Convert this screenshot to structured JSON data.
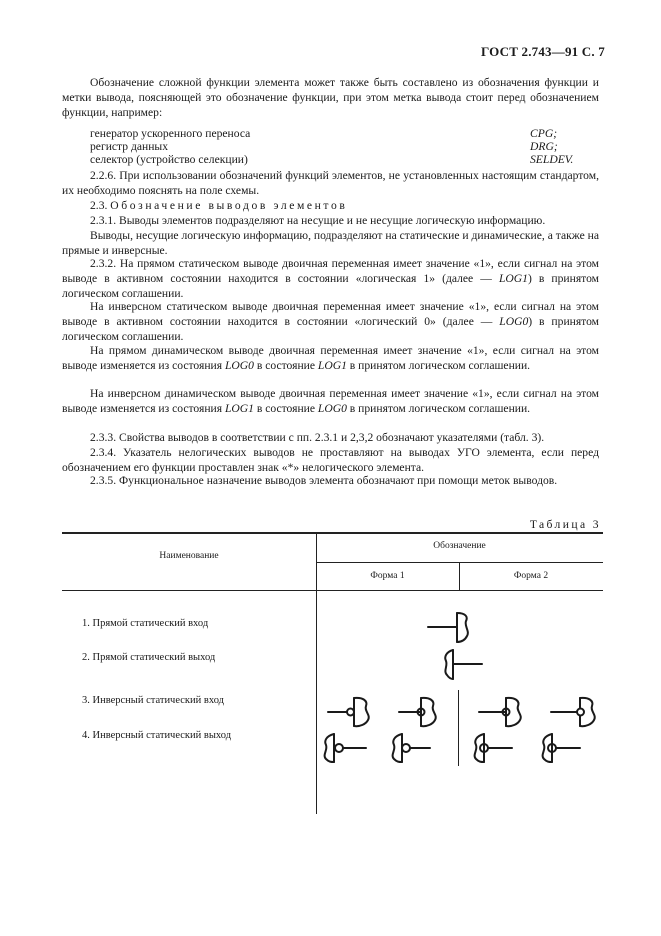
{
  "header": {
    "text": "ГОСТ 2.743—91 С. 7"
  },
  "paragraphs": {
    "p1": "Обозначение сложной функции элемента может также быть составлено из обозначения функции и метки вывода, поясняющей это обозначение функции, при этом метка вывода стоит перед обозначением функции, например:",
    "p2": "2.2.6. При использовании обозначений функций элементов, не установленных настоящим стандартом, их необходимо пояснять на поле схемы.",
    "p3_num": "2.3.",
    "p3_title": "Обозначение выводов элементов",
    "p4": "2.3.1. Выводы элементов подразделяют на несущие и не несущие логическую информацию.",
    "p5": "Выводы, несущие логическую информацию, подразделяют на статические и динамические, а также на прямые и инверсные.",
    "p6a": "2.3.2. На прямом статическом выводе двоичная переменная имеет значение «1», если сигнал на этом выводе в активном состоянии находится в состоянии «логическая 1» (далее — ",
    "p6i": "LOG1",
    "p6b": ") в принятом логическом соглашении.",
    "p7a": "На инверсном статическом выводе двоичная переменная имеет значение «1», если сигнал на этом выводе в активном состоянии находится в состоянии «логический 0» (далее — ",
    "p7i": "LOG0",
    "p7b": ") в принятом логическом соглашении.",
    "p8a": "На прямом динамическом выводе двоичная переменная имеет значение «1», если сигнал на этом выводе изменяется из состояния ",
    "p8i1": "LOG0",
    "p8m": " в состояние ",
    "p8i2": "LOG1",
    "p8b": " в принятом логическом соглашении.",
    "p9a": "На инверсном динамическом выводе двоичная переменная имеет значение «1», если сигнал на этом выводе изменяется из состояния ",
    "p9i1": "LOG1",
    "p9m": " в состояние ",
    "p9i2": "LOG0",
    "p9b": " в принятом логическом соглашении.",
    "p10": "2.3.3. Свойства выводов в соответствии с пп. 2.3.1 и 2,3,2 обозначают указателями (табл. 3).",
    "p11": "2.3.4. Указатель нелогических выводов не проставляют на выводах УГО элемента, если перед обозначением его функции проставлен знак «*» нелогического элемента.",
    "p12": "2.3.5. Функциональное назначение выводов элемента обозначают при помощи меток выводов."
  },
  "examples": [
    {
      "name": "генератор ускоренного переноса",
      "code": "CPG;"
    },
    {
      "name": "регистр данных",
      "code": "DRG;"
    },
    {
      "name": "селектор (устройство селекции)",
      "code": "SELDEV."
    }
  ],
  "table": {
    "caption": "Таблица 3",
    "col_name": "Наименование",
    "col_designation": "Обозначение",
    "col_form1": "Форма 1",
    "col_form2": "Форма 2",
    "rows": [
      "1. Прямой статический вход",
      "2. Прямой статический выход",
      "3. Инверсный статический вход",
      "4. Инверсный статический выход"
    ]
  }
}
